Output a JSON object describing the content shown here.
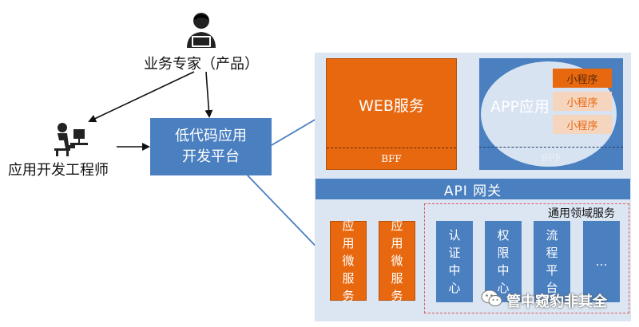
{
  "actors": {
    "business_expert": "业务专家（产品）",
    "app_engineer": "应用开发工程师"
  },
  "platform": {
    "line1": "低代码应用",
    "line2": "开发平台"
  },
  "web": {
    "title": "WEB服务",
    "bff": "BFF"
  },
  "app": {
    "title": "APP应用",
    "mini_programs": [
      "小程序",
      "小程序",
      "小程序"
    ],
    "bff": "BFF"
  },
  "gateway": {
    "label": "API 网关"
  },
  "micro_services": [
    {
      "label": "应用微服务"
    },
    {
      "label": "应用微服务"
    }
  ],
  "domain_services": {
    "title": "通用领域服务",
    "items": [
      {
        "label": "认证中心"
      },
      {
        "label": "权限中心"
      },
      {
        "label": "流程平台"
      },
      {
        "label": "…"
      }
    ]
  },
  "watermark": {
    "text": "管中窥豹非其全"
  },
  "colors": {
    "blue": "#4a7fc0",
    "orange": "#e8680f",
    "panel": "#dbe6f2",
    "light_orange": "#f6d5bf",
    "dashed_red": "#e05a60"
  }
}
